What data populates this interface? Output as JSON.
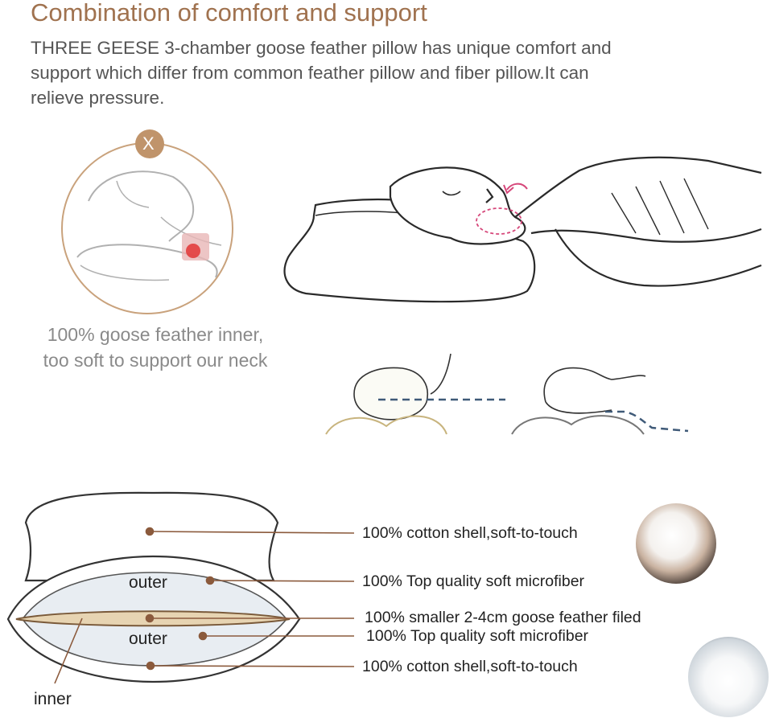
{
  "header": {
    "title": "Combination of comfort and support",
    "intro_lines": [
      "THREE GEESE 3-chamber goose feather pillow has unique comfort and",
      "support which differ from common feather pillow and fiber pillow.It can",
      "relieve pressure."
    ]
  },
  "comparison": {
    "bad_mark": "X",
    "caption_lines": [
      "100% goose feather inner,",
      "too soft to support our neck"
    ]
  },
  "diagram": {
    "parts": {
      "outer_top": "outer",
      "outer_bottom": "outer",
      "inner": "inner"
    },
    "labels": [
      "100% cotton shell,soft-to-touch",
      "100% Top quality soft microfiber",
      "100% smaller 2-4cm goose feather filed",
      "100% Top quality soft microfiber",
      "100% cotton shell,soft-to-touch"
    ]
  },
  "colors": {
    "accent": "#a0724f",
    "leader": "#8b5a3c",
    "dashed": "#3f5a78"
  },
  "icons": {
    "bad_badge": "x-mark-icon",
    "feather_thumb": "goose-feather-photo",
    "fiber_thumb": "microfiber-photo"
  }
}
